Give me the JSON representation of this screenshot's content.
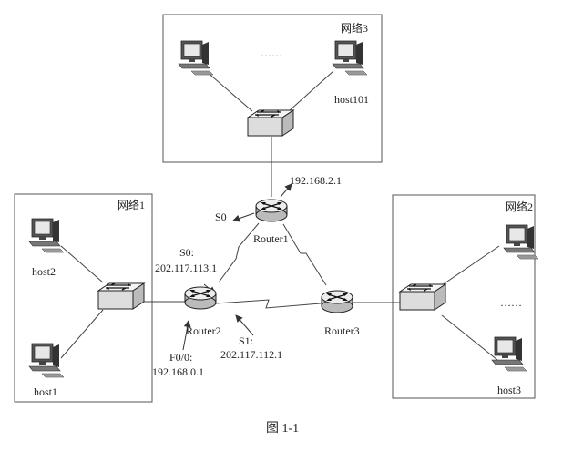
{
  "networks": {
    "net1": "网络1",
    "net2": "网络2",
    "net3": "网络3"
  },
  "hosts": {
    "host1": "host1",
    "host2": "host2",
    "host3": "host3",
    "host101": "host101"
  },
  "ellipsis": "……",
  "routers": {
    "router1": "Router1",
    "router2": "Router2",
    "router3": "Router3"
  },
  "interfaces": {
    "r1_ip": "192.168.2.1",
    "r1_s0": "S0",
    "r2_s0_name": "S0:",
    "r2_s0_ip": "202.117.113.1",
    "r2_s1_name": "S1:",
    "r2_s1_ip": "202.117.112.1",
    "r2_f0_name": "F0/0:",
    "r2_f0_ip": "192.168.0.1"
  },
  "caption": "图 1-1"
}
